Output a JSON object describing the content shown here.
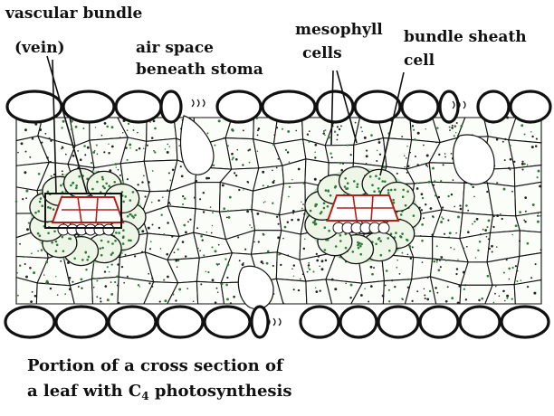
{
  "labels": {
    "vascular_bundle": "vascular bundle",
    "vein": "(vein)",
    "air_space": "air space",
    "beneath_stoma": "beneath stoma",
    "mesophyll": "mesophyll",
    "cells": "cells",
    "bundle_sheath": "bundle sheath",
    "cell": "cell"
  },
  "caption": {
    "line1": "Portion of a cross section of",
    "line2_prefix": "a leaf with C",
    "line2_sub": "4",
    "line2_suffix": " photosynthesis"
  },
  "colors": {
    "outline": "#111111",
    "chloroplast": "#2f7a3a",
    "sheath_green": "#7fbf7f",
    "vein_red": "#b0201c",
    "background": "#ffffff"
  }
}
